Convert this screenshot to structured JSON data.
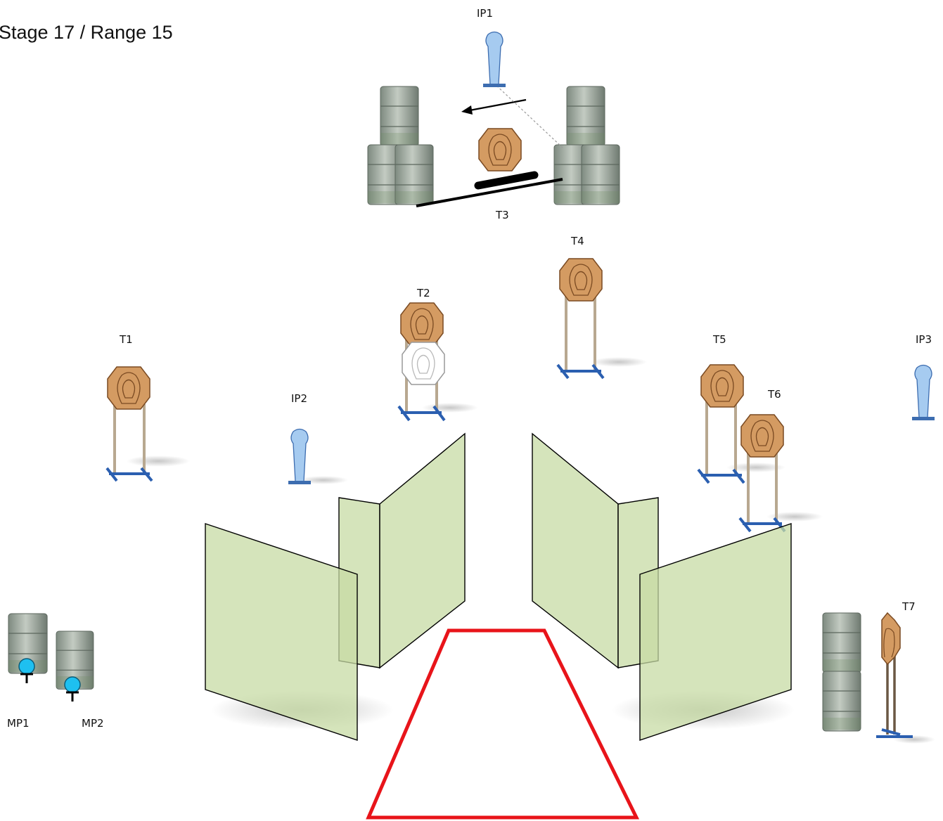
{
  "title": "Stage 17 / Range 15",
  "labels": {
    "ip1": "IP1",
    "ip2": "IP2",
    "ip3": "IP3",
    "t1": "T1",
    "t2": "T2",
    "t3": "T3",
    "t4": "T4",
    "t5": "T5",
    "t6": "T6",
    "t7": "T7",
    "mp1": "MP1",
    "mp2": "MP2"
  },
  "colors": {
    "steel_target": "#d49b62",
    "steel_outline": "#7a4a22",
    "no_shoot": "#ffffff",
    "target_stand": "#2b5fb0",
    "no_shoot_post": "#a6cbf0",
    "wall": "#c7dba4",
    "shooting_box": "#e8141a",
    "barrel": "#9aa69c",
    "popper_head": "#1ec0f0"
  },
  "icons": {
    "steel": "octagon-target-icon",
    "no_shoot": "no-shoot-target-icon",
    "post": "no-shoot-post-icon",
    "barrel": "barrel-icon",
    "popper": "mini-popper-icon",
    "arrow": "movement-arrow-icon"
  }
}
